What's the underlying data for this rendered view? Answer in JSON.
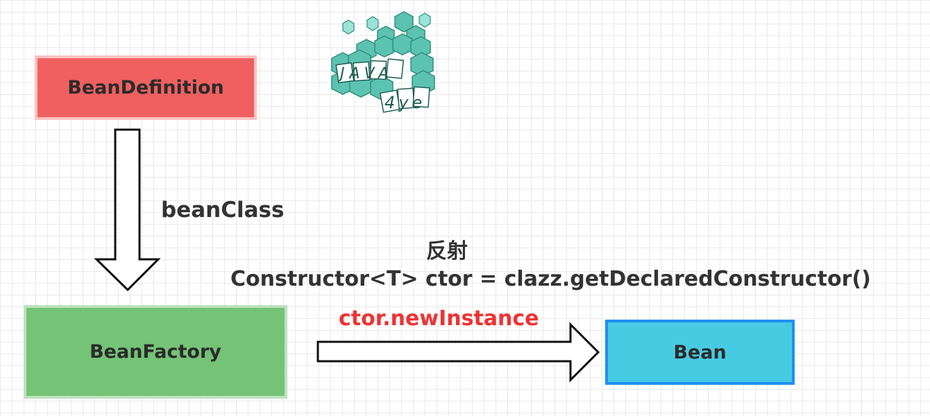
{
  "diagram": {
    "nodes": {
      "bean_definition": "BeanDefinition",
      "bean_factory": "BeanFactory",
      "bean": "Bean"
    },
    "edges": {
      "bean_class": "beanClass",
      "reflection": "反射",
      "constructor_code": "Constructor<T> ctor = clazz.getDeclaredConstructor()",
      "new_instance": "ctor.newInstance"
    }
  },
  "logo": {
    "text_line1": "JAVA",
    "text_line2": "4ye"
  },
  "colors": {
    "bean_definition_fill": "#f06060",
    "bean_factory_fill": "#74c376",
    "bean_fill": "#47cbe2",
    "bean_border": "#1e8ff5",
    "new_instance_text": "#ee3333",
    "logo_cube": "#5cc3b0"
  }
}
